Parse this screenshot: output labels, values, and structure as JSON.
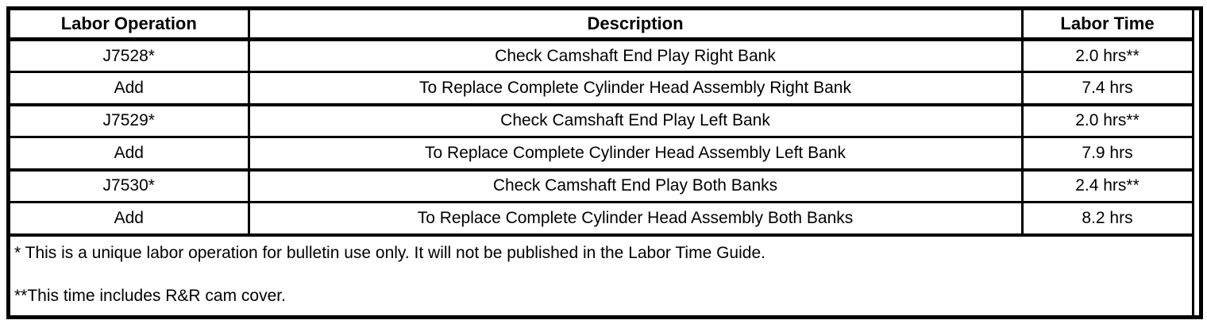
{
  "colors": {
    "border": "#000000",
    "background": "#ffffff",
    "text": "#000000"
  },
  "table": {
    "headers": {
      "labor_operation": "Labor Operation",
      "description": "Description",
      "labor_time": "Labor Time"
    },
    "rows": [
      {
        "op": "J7528*",
        "desc": "Check Camshaft End Play Right Bank",
        "time": "2.0 hrs**"
      },
      {
        "op": "Add",
        "desc": "To Replace Complete Cylinder Head Assembly Right Bank",
        "time": "7.4 hrs"
      },
      {
        "op": "J7529*",
        "desc": "Check Camshaft End Play Left Bank",
        "time": "2.0 hrs**"
      },
      {
        "op": "Add",
        "desc": "To Replace Complete Cylinder Head Assembly Left Bank",
        "time": "7.9 hrs"
      },
      {
        "op": "J7530*",
        "desc": "Check Camshaft End Play Both Banks",
        "time": "2.4 hrs**"
      },
      {
        "op": "Add",
        "desc": "To Replace Complete Cylinder Head Assembly Both Banks",
        "time": "8.2 hrs"
      }
    ],
    "footnotes": [
      "* This is a unique labor operation for bulletin use only. It will not be published in the Labor Time Guide.",
      "**This time includes R&R cam cover."
    ]
  }
}
